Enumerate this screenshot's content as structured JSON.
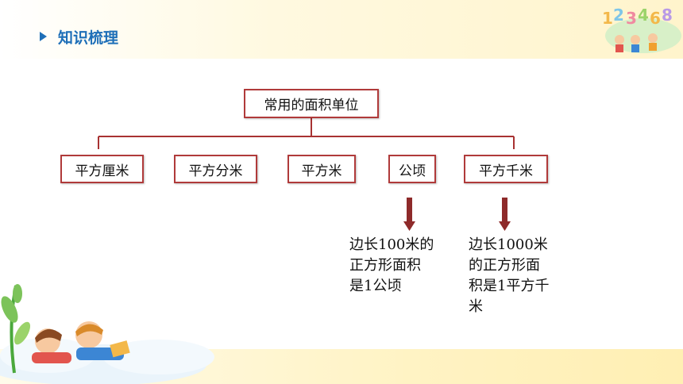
{
  "header": {
    "title": "知识梳理"
  },
  "diagram": {
    "root": "常用的面积单位",
    "units": [
      "平方厘米",
      "平方分米",
      "平方米",
      "公顷",
      "平方千米"
    ],
    "notes": {
      "hectare": "边长100米的\n正方形面积\n是1公顷",
      "square_km": "边长1000米\n的正方形面\n积是1平方千\n米"
    }
  },
  "colors": {
    "box_border": "#b03a3a",
    "connector": "#a83232",
    "arrow": "#8e2a2a",
    "title": "#1e6fb8"
  },
  "decorations": [
    "number-characters-illustration",
    "children-reading-illustration"
  ]
}
